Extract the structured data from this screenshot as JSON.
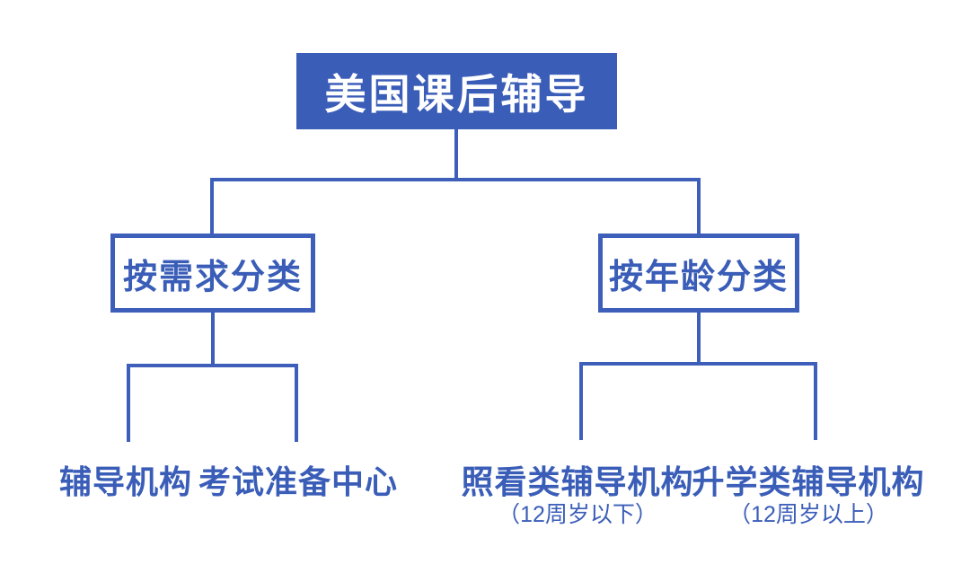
{
  "tree": {
    "root": {
      "label": "美国课后辅导"
    },
    "branches": [
      {
        "label": "按需求分类",
        "children": [
          {
            "label": "辅导机构"
          },
          {
            "label": "考试准备中心"
          }
        ]
      },
      {
        "label": "按年龄分类",
        "children": [
          {
            "label": "照看类辅导机构",
            "note": "（12周岁以下）"
          },
          {
            "label": "升学类辅导机构",
            "note": "（12周岁以上）"
          }
        ]
      }
    ]
  },
  "colors": {
    "node_fill": "#3a5db8",
    "node_border": "#3d5fba",
    "line": "#3d5fba",
    "text_blue": "#3a5db8",
    "root_text": "#ffffff",
    "background": "#ffffff"
  }
}
